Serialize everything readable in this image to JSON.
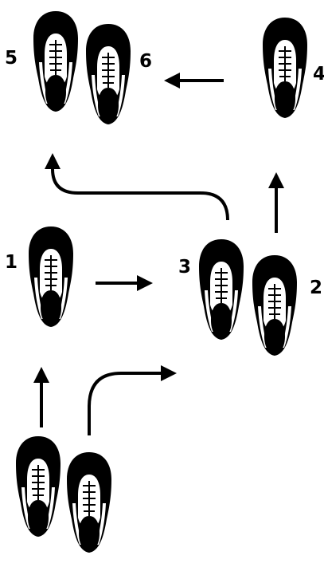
{
  "diagram": {
    "steps": [
      {
        "number": "1"
      },
      {
        "number": "2"
      },
      {
        "number": "3"
      },
      {
        "number": "4"
      },
      {
        "number": "5"
      },
      {
        "number": "6"
      }
    ]
  },
  "colors": {
    "ink": "#000000",
    "paper": "#ffffff"
  }
}
